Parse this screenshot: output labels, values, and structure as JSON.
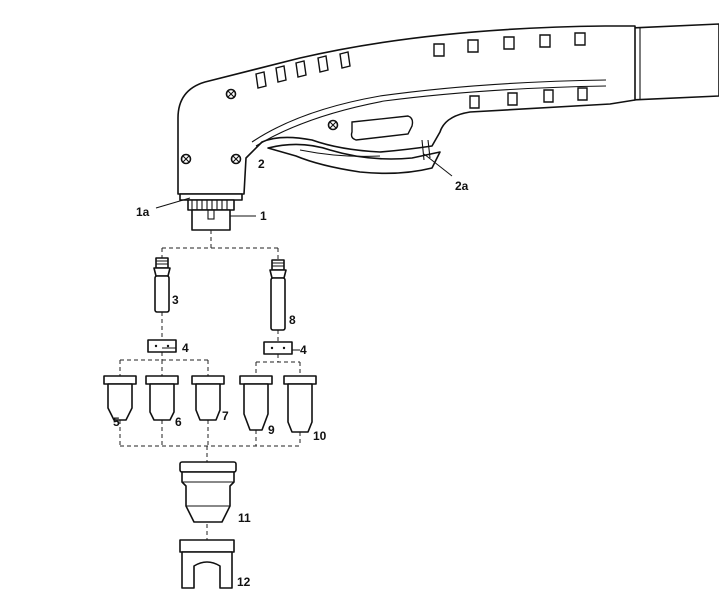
{
  "colors": {
    "ink": "#111111",
    "paper": "#ffffff"
  },
  "callouts": [
    {
      "id": "1a",
      "text": "1a"
    },
    {
      "id": "1",
      "text": "1"
    },
    {
      "id": "2",
      "text": "2"
    },
    {
      "id": "2a",
      "text": "2a"
    },
    {
      "id": "3",
      "text": "3"
    },
    {
      "id": "4a",
      "text": "4"
    },
    {
      "id": "4b",
      "text": "4"
    },
    {
      "id": "5",
      "text": "5"
    },
    {
      "id": "6",
      "text": "6"
    },
    {
      "id": "7",
      "text": "7"
    },
    {
      "id": "8",
      "text": "8"
    },
    {
      "id": "9",
      "text": "9"
    },
    {
      "id": "10",
      "text": "10"
    },
    {
      "id": "11",
      "text": "11"
    },
    {
      "id": "12",
      "text": "12"
    }
  ]
}
